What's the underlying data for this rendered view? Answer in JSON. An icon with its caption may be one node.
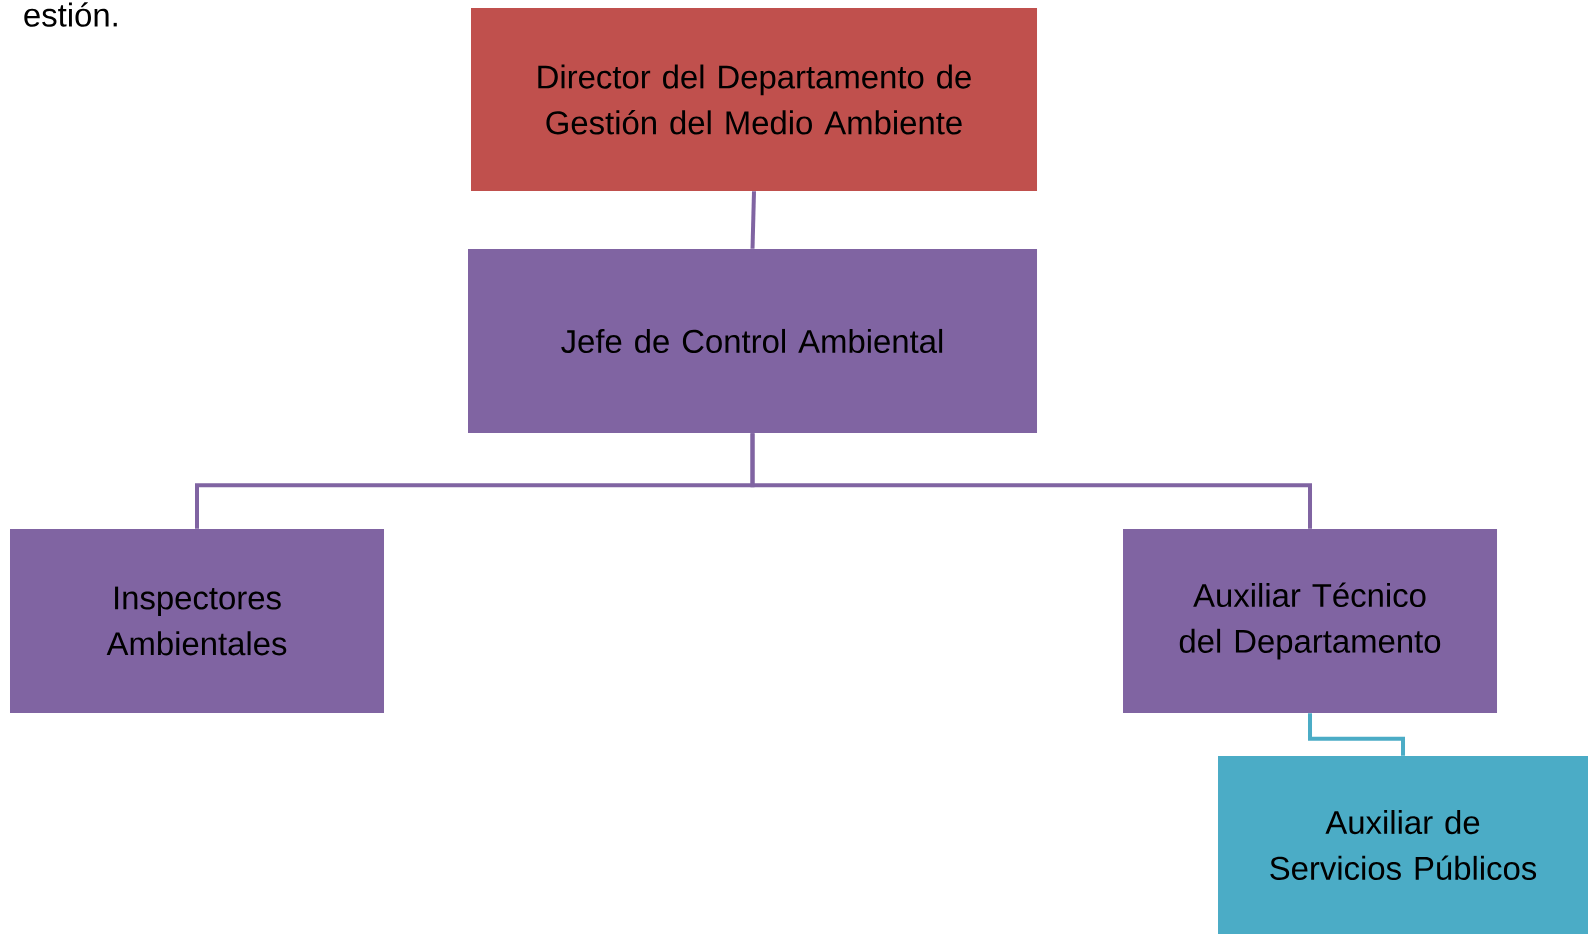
{
  "diagram": {
    "nodes": [
      {
        "text": [
          "Director del Departamento de Gestión del Medio Ambiente"
        ]
      },
      {
        "text": [
          "Jefe de Control Ambiental"
        ]
      },
      {
        "text": [
          "Inspectores Ambientales"
        ]
      },
      {
        "text": [
          "Auxiliar Técnico del Departamento"
        ]
      },
      {
        "text": [
          "Auxiliar de Servicios Públicos"
        ]
      }
    ],
    "edges": [
      {
        "from": 0,
        "to": 1,
        "arrow": "none"
      },
      {
        "from": 1,
        "to": 2,
        "arrow": "none"
      },
      {
        "from": 1,
        "to": 3,
        "arrow": "none"
      },
      {
        "from": 3,
        "to": 4,
        "arrow": "none",
        "color": "#4bacc6"
      }
    ],
    "labels": [
      "estión."
    ]
  }
}
